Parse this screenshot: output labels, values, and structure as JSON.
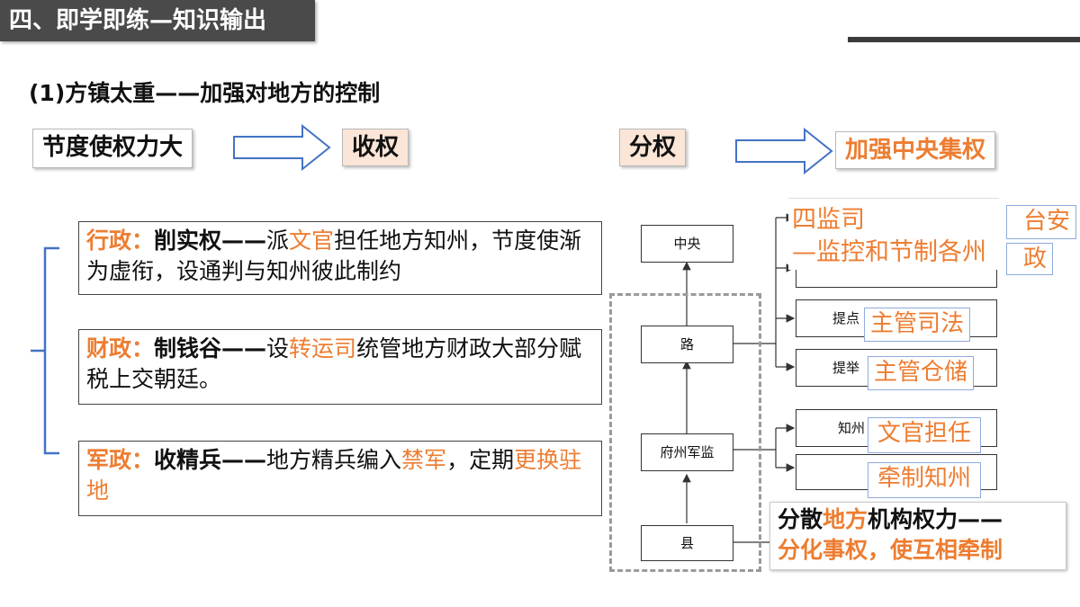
{
  "header": {
    "title": "四、即学即练—知识输出"
  },
  "subtitle": "(1)方镇太重——加强对地方的控制",
  "flow": {
    "box1": "节度使权力大",
    "box2": "收权",
    "box3": "分权",
    "box4": "加强中央集权"
  },
  "policies": [
    {
      "label": "行政：",
      "action": "削实权",
      "dash": "——",
      "t1": "派",
      "hl1": "文官",
      "t2": "担任地方知州，节度使渐为虚衔，设通判与知州彼此制约",
      "hl2": "",
      "t3": ""
    },
    {
      "label": "财政：",
      "action": "制钱谷",
      "dash": "——",
      "t1": "设",
      "hl1": "转运司",
      "t2": "统管地方财政大部分赋税上交朝廷。",
      "hl2": "",
      "t3": ""
    },
    {
      "label": "军政：",
      "action": "收精兵",
      "dash": "——",
      "t1": "地方精兵编入",
      "hl1": "禁军",
      "t2": "，定期",
      "hl2": "更换驻地",
      "t3": ""
    }
  ],
  "org_chart": {
    "nodes": [
      "中央",
      "路",
      "府州军监",
      "县"
    ],
    "sub_boxes": [
      "提点",
      "提举",
      "知州"
    ]
  },
  "annotations": {
    "four_offices_line1": "四监司",
    "four_offices_line2": "—监控和节制各州",
    "peek_right_top": "台安",
    "peek_right_bottom": "政",
    "judicial": "主管司法",
    "storage": "主管仓储",
    "civil": "文官担任",
    "check": "牵制知州"
  },
  "summary": {
    "line1_a": "分散",
    "line1_hl": "地方",
    "line1_b": "机构权力——",
    "line2": "分化事权，使互相牵制"
  },
  "colors": {
    "accent": "#ed7d31",
    "arrow": "#4472c4",
    "header_bg": "#4a4a4a",
    "peach": "#fbe5d6"
  }
}
